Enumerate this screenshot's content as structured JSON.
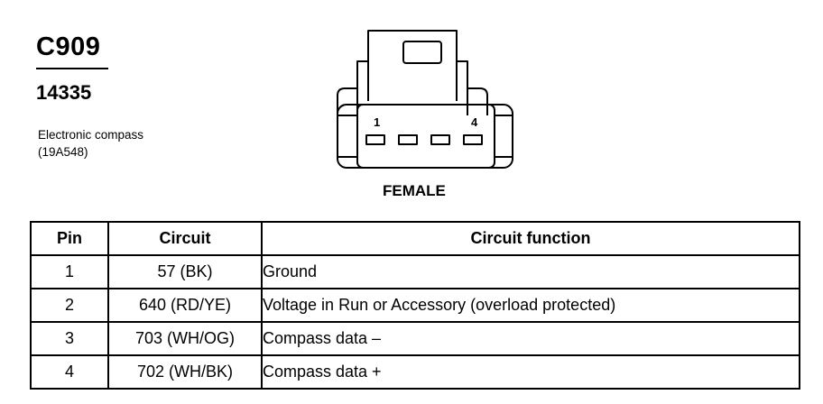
{
  "connector": {
    "code": "C909",
    "part_number": "14335",
    "description_line1": "Electronic compass",
    "description_line2": "(19A548)",
    "pin_first_label": "1",
    "pin_last_label": "4",
    "gender": "FEMALE"
  },
  "table": {
    "headers": [
      "Pin",
      "Circuit",
      "Circuit function"
    ],
    "rows": [
      {
        "pin": "1",
        "circuit": "57 (BK)",
        "function": "Ground"
      },
      {
        "pin": "2",
        "circuit": "640 (RD/YE)",
        "function": "Voltage in Run or Accessory (overload protected)"
      },
      {
        "pin": "3",
        "circuit": "703 (WH/OG)",
        "function": "Compass data –"
      },
      {
        "pin": "4",
        "circuit": "702 (WH/BK)",
        "function": "Compass data +"
      }
    ]
  }
}
